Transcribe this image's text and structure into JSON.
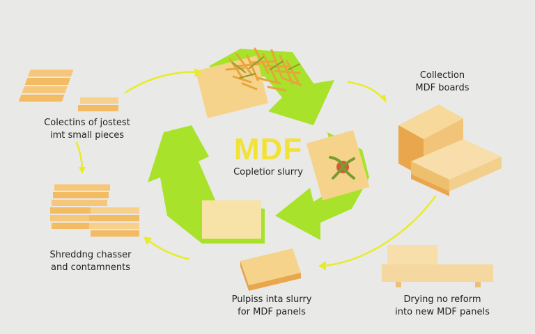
{
  "center": {
    "title": "MDF",
    "subtitle": "Copletior slurry"
  },
  "steps": [
    {
      "line1": "Colectins of jostest",
      "line2": "imt small pieces"
    },
    {
      "line1": "Collection",
      "line2": "MDF boards"
    },
    {
      "line1": "Shreddng chasser",
      "line2": "and contamnents"
    },
    {
      "line1": "Pulpiss inta slurry",
      "line2": "for MDF panels"
    },
    {
      "line1": "Drying no reform",
      "line2": "into new MDF panels"
    }
  ],
  "colors": {
    "arrow_green": "#a9e22b",
    "flow_arrow": "#e6ec2a",
    "wood": "#f6d38a",
    "wood_dark": "#e9a64c",
    "background": "#e9e9e7"
  }
}
